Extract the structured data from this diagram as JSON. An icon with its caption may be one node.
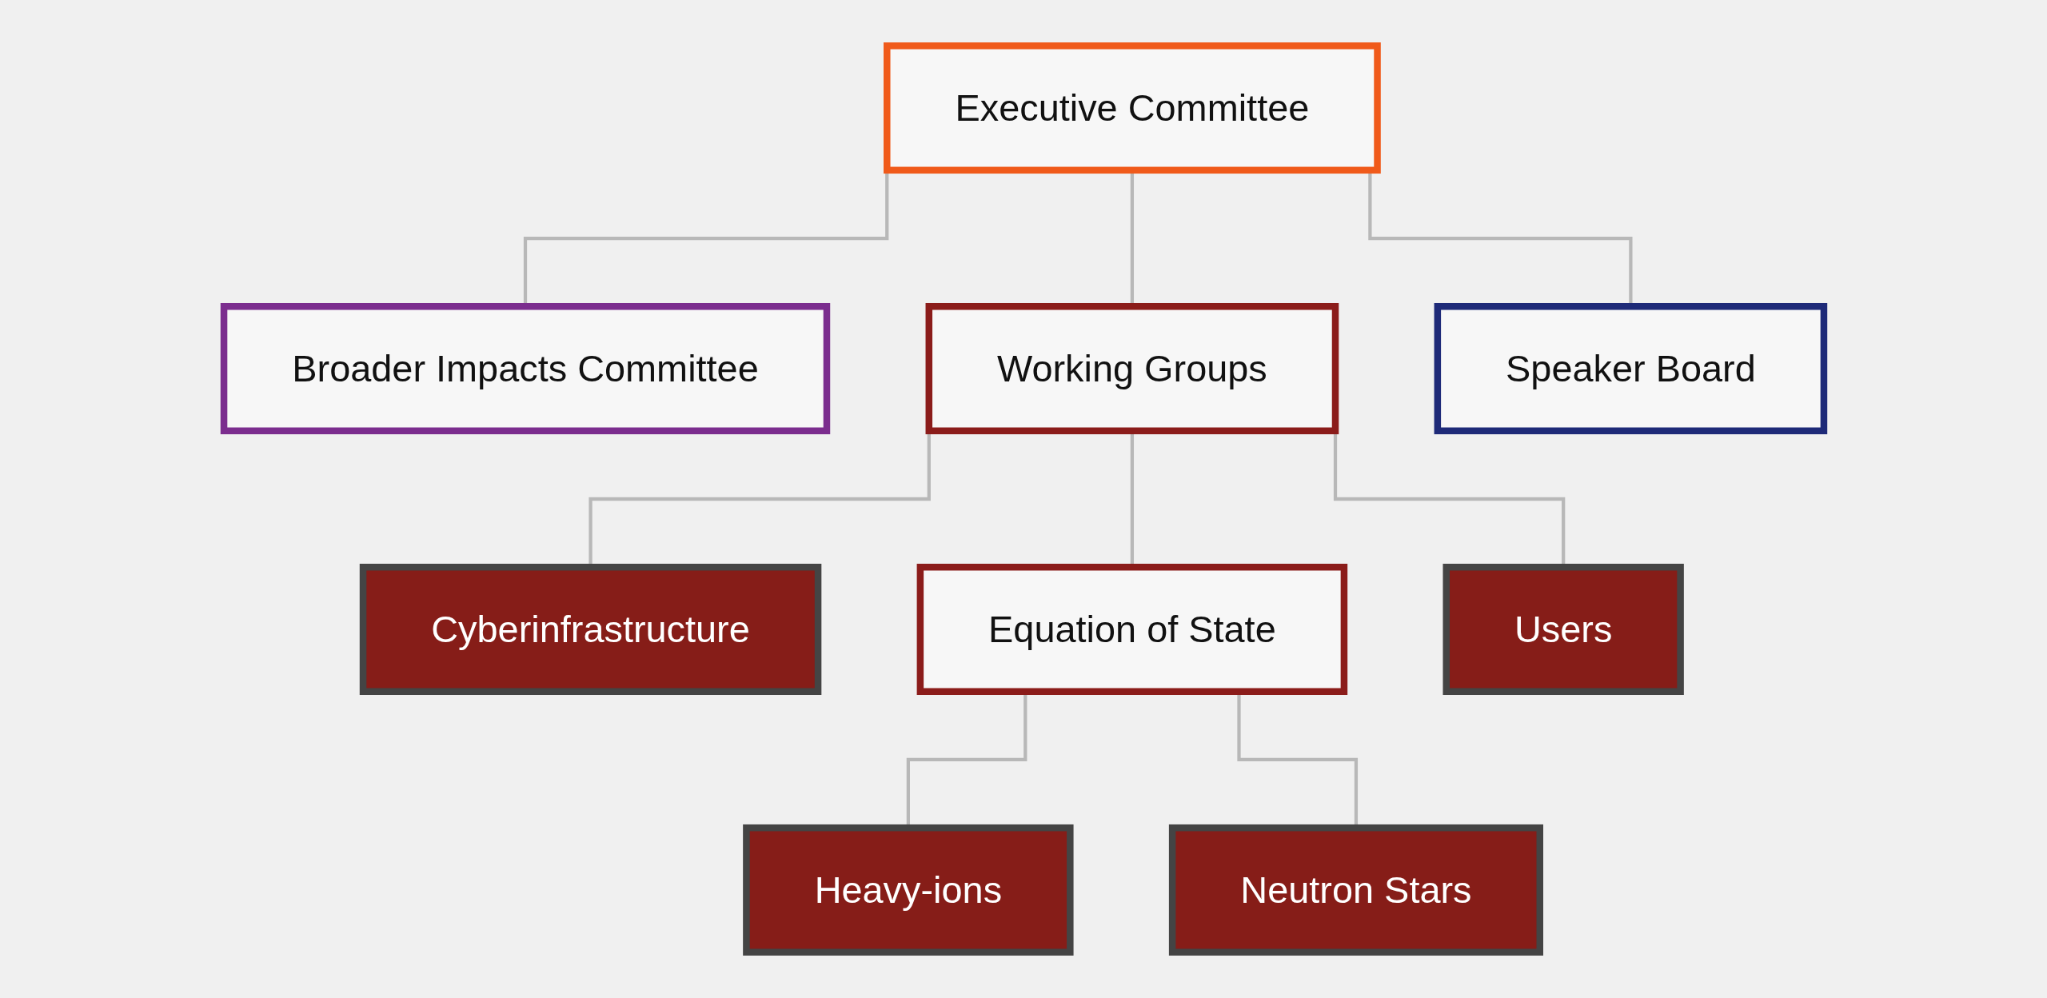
{
  "diagram": {
    "nodes": [
      {
        "text": [
          "Executive Committee"
        ]
      },
      {
        "text": [
          "Broader Impacts Committee"
        ]
      },
      {
        "text": [
          "Working Groups"
        ]
      },
      {
        "text": [
          "Speaker Board"
        ]
      },
      {
        "text": [
          "Cyberinfrastructure"
        ]
      },
      {
        "text": [
          "Equation of State"
        ]
      },
      {
        "text": [
          "Users"
        ]
      },
      {
        "text": [
          "Heavy-ions"
        ]
      },
      {
        "text": [
          "Neutron Stars"
        ]
      }
    ],
    "edges": [
      {
        "from": 0,
        "to": 1,
        "arrow": "none"
      },
      {
        "from": 0,
        "to": 2,
        "arrow": "none"
      },
      {
        "from": 0,
        "to": 3,
        "arrow": "none"
      },
      {
        "from": 2,
        "to": 4,
        "arrow": "none"
      },
      {
        "from": 2,
        "to": 5,
        "arrow": "none"
      },
      {
        "from": 2,
        "to": 6,
        "arrow": "none"
      },
      {
        "from": 5,
        "to": 7,
        "arrow": "none"
      },
      {
        "from": 5,
        "to": 8,
        "arrow": "none"
      }
    ]
  }
}
